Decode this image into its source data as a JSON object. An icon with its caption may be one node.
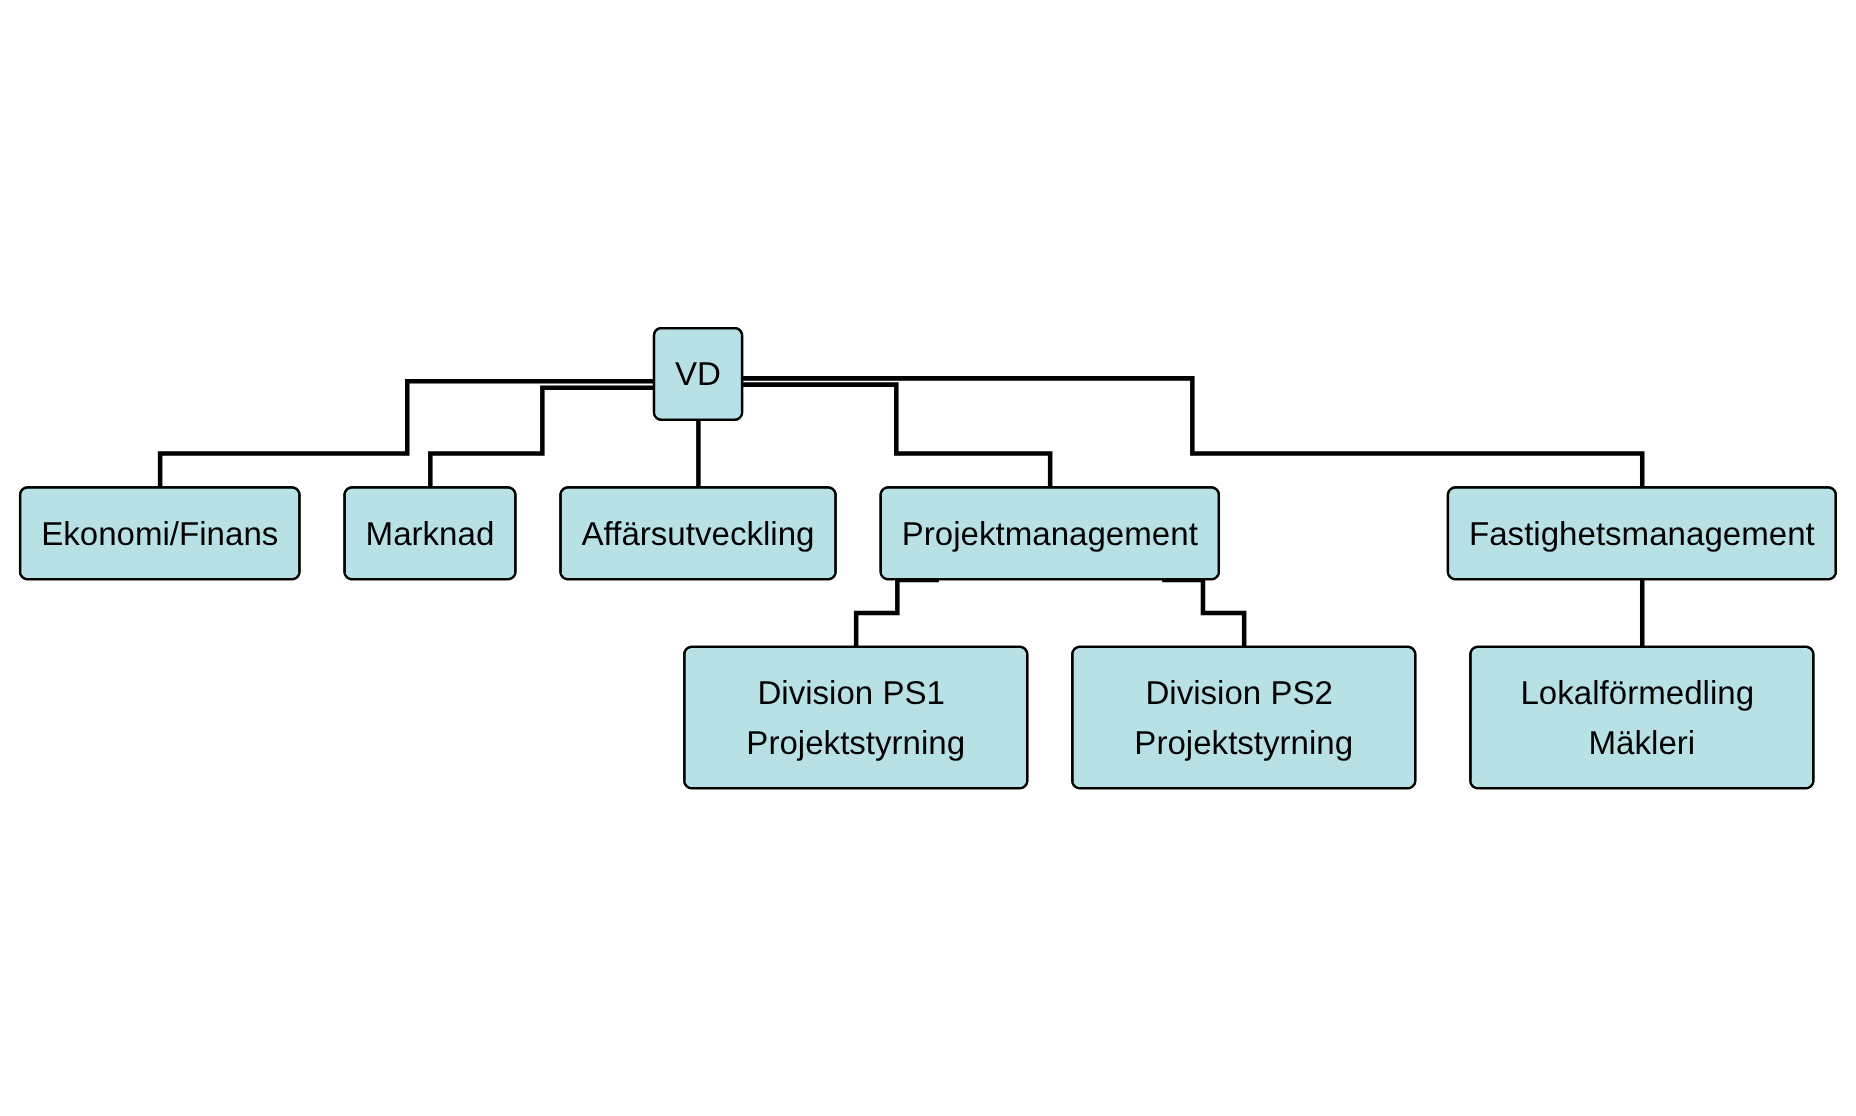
{
  "diagram": {
    "nodes": [
      {
        "text": [
          "VD"
        ]
      },
      {
        "text": [
          "Ekonomi/Finans"
        ]
      },
      {
        "text": [
          "Marknad"
        ]
      },
      {
        "text": [
          "Affärsutveckling"
        ]
      },
      {
        "text": [
          "Projektmanagement"
        ]
      },
      {
        "text": [
          "Fastighetsmanagement"
        ]
      },
      {
        "text": [
          "Division PS1 Projektstyrning"
        ]
      },
      {
        "text": [
          "Division PS2 Projektstyrning"
        ]
      },
      {
        "text": [
          "Lokalförmedling Mäkleri"
        ]
      }
    ],
    "edges": [
      {
        "from": 0,
        "to": 1,
        "arrow": "none"
      },
      {
        "from": 0,
        "to": 2,
        "arrow": "none"
      },
      {
        "from": 0,
        "to": 3,
        "arrow": "none"
      },
      {
        "from": 0,
        "to": 4,
        "arrow": "none"
      },
      {
        "from": 0,
        "to": 5,
        "arrow": "none"
      },
      {
        "from": 4,
        "to": 6,
        "arrow": "none"
      },
      {
        "from": 4,
        "to": 7,
        "arrow": "none"
      },
      {
        "from": 5,
        "to": 8,
        "arrow": "none"
      }
    ]
  }
}
